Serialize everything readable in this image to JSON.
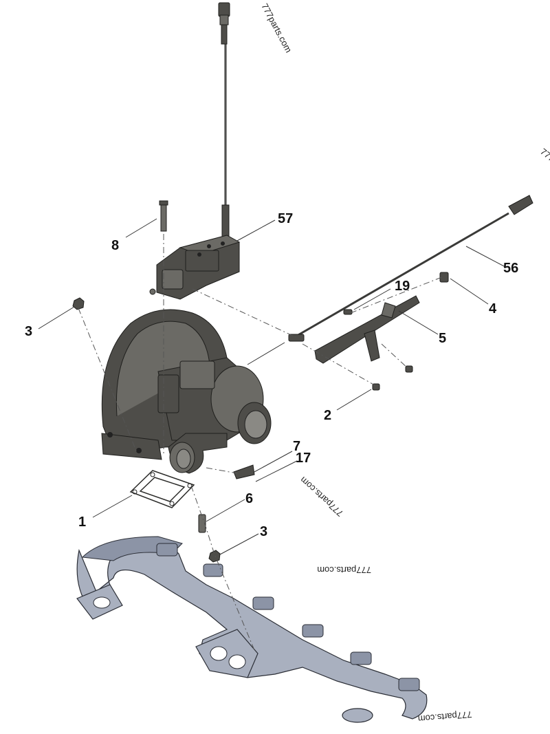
{
  "watermarks": {
    "top": "777parts.com",
    "right": "777",
    "middle": "777parts.com",
    "lower": "777parts.com",
    "bottom": "777parts.com"
  },
  "callouts": {
    "p1": "1",
    "p2": "2",
    "p3a": "3",
    "p3b": "3",
    "p4": "4",
    "p5": "5",
    "p6": "6",
    "p7": "7",
    "p8": "8",
    "p17": "17",
    "p19": "19",
    "p56": "56",
    "p57": "57"
  }
}
